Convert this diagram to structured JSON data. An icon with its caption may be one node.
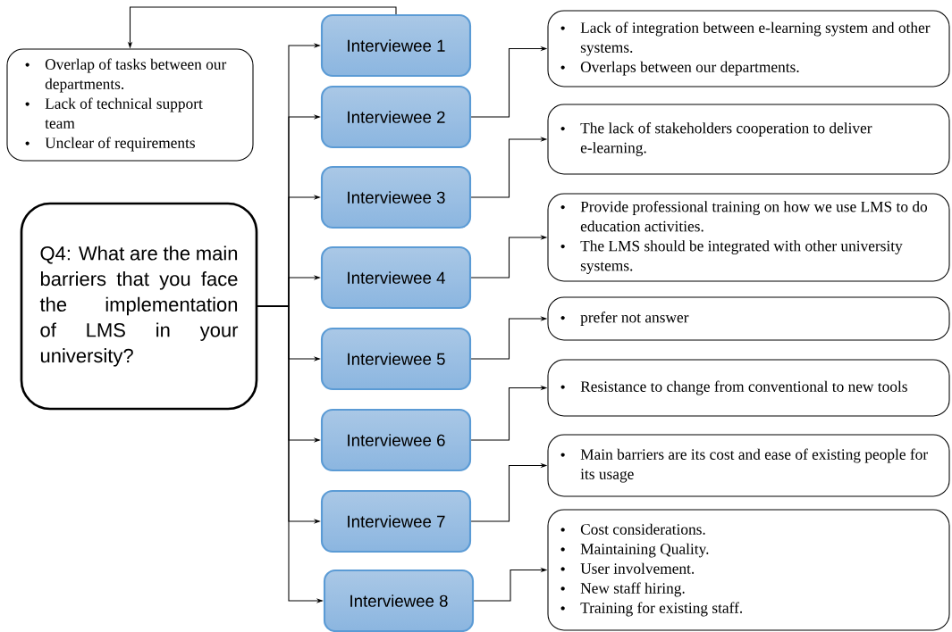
{
  "diagram": {
    "nodes": [
      {
        "text": [
          "Overlap of tasks between our departments.",
          "Lack of technical support team",
          "Unclear of requirements"
        ]
      },
      {
        "text": [
          "Q4: What are the main barriers that you face the implementation of LMS in your university?"
        ]
      },
      {
        "text": [
          "Interviewee 1"
        ]
      },
      {
        "text": [
          "Interviewee 2"
        ]
      },
      {
        "text": [
          "Interviewee 3"
        ]
      },
      {
        "text": [
          "Interviewee 4"
        ]
      },
      {
        "text": [
          "Interviewee 5"
        ]
      },
      {
        "text": [
          "Interviewee 6"
        ]
      },
      {
        "text": [
          "Interviewee 7"
        ]
      },
      {
        "text": [
          "Interviewee 8"
        ]
      },
      {
        "text": [
          "Lack of integration between e-learning system and other systems.",
          "Overlaps between our departments."
        ]
      },
      {
        "text": [
          "The lack of stakeholders cooperation to deliver e-learning."
        ]
      },
      {
        "text": [
          "Provide professional training on how we use LMS to do education activities.",
          "The LMS should be integrated with other university systems."
        ]
      },
      {
        "text": [
          "prefer not answer"
        ]
      },
      {
        "text": [
          "Resistance to change from conventional to new tools"
        ]
      },
      {
        "text": [
          "Main barriers are its cost and ease of existing people for its usage"
        ]
      },
      {
        "text": [
          "Cost considerations.",
          "Maintaining Quality.",
          "User involvement.",
          "New staff hiring.",
          "Training for existing staff."
        ]
      }
    ],
    "edges": [
      {
        "from": 1,
        "to": 2,
        "arrow": "to"
      },
      {
        "from": 1,
        "to": 3,
        "arrow": "to"
      },
      {
        "from": 1,
        "to": 4,
        "arrow": "to"
      },
      {
        "from": 1,
        "to": 5,
        "arrow": "to"
      },
      {
        "from": 1,
        "to": 6,
        "arrow": "to"
      },
      {
        "from": 1,
        "to": 7,
        "arrow": "to"
      },
      {
        "from": 1,
        "to": 8,
        "arrow": "to"
      },
      {
        "from": 1,
        "to": 9,
        "arrow": "to"
      },
      {
        "from": 2,
        "to": 0,
        "arrow": "to"
      },
      {
        "from": 3,
        "to": 10,
        "arrow": "to"
      },
      {
        "from": 4,
        "to": 11,
        "arrow": "to"
      },
      {
        "from": 5,
        "to": 12,
        "arrow": "to"
      },
      {
        "from": 6,
        "to": 13,
        "arrow": "to"
      },
      {
        "from": 7,
        "to": 14,
        "arrow": "to"
      },
      {
        "from": 8,
        "to": 15,
        "arrow": "to"
      },
      {
        "from": 9,
        "to": 16,
        "arrow": "to"
      }
    ]
  }
}
